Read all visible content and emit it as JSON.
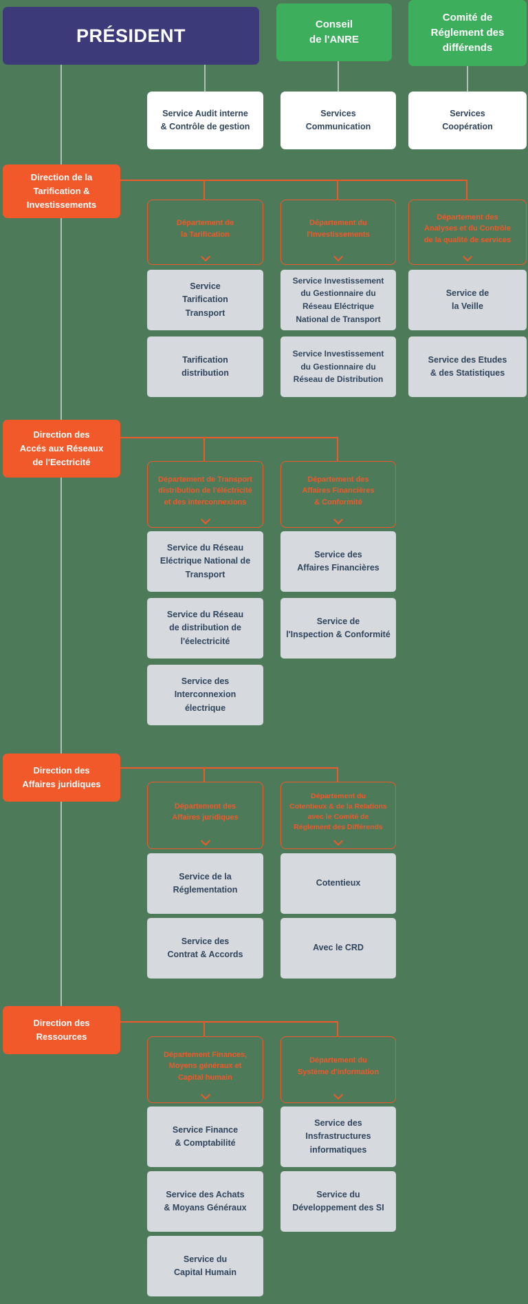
{
  "colors": {
    "background": "#4d7a59",
    "president_bg": "#3c3a78",
    "green_box_bg": "#3cae5c",
    "orange_accent": "#f1592a",
    "service_box_bg": "#d6dade",
    "dark_text": "#30445c"
  },
  "top": {
    "president": "PRÉSIDENT",
    "conseil": "Conseil\nde l'ANRE",
    "comite": "Comité de\nRéglement des\ndifférends"
  },
  "services_top": {
    "audit": "Service Audit interne\n& Contrôle de gestion",
    "communication": "Services\nCommunication",
    "cooperation": "Services\nCoopération"
  },
  "sections": [
    {
      "direction": "Direction de la\nTarification &\nInvestissements",
      "departments": [
        "Département de\nla Tarification",
        "Département du\nl'Investissements",
        "Département des\nAnalyses et du Contrôle\nde la qualité de services"
      ],
      "services": [
        [
          "Service\nTarification\nTransport",
          "Tarification\ndistribution"
        ],
        [
          "Service Investissement\ndu Gestionnaire du\nRéseau Eléctrique\nNational de Transport",
          "Service Investissement\ndu Gestionnaire du\nRéseau de Distribution"
        ],
        [
          "Service de\nla Veille",
          "Service des Etudes\n& des Statistiques"
        ]
      ]
    },
    {
      "direction": "Direction des\nAccés aux Réseaux\nde l'Eectricité",
      "departments": [
        "Département de Transport\ndistribution de l'éléctricité\net des interconnexions",
        "Département des\nAffaires Financières\n& Conformité"
      ],
      "services": [
        [
          "Service du Réseau\nEléctrique National de\nTransport",
          "Service du Réseau\nde distribution de\nl'éelectricité",
          "Service des\nInterconnexion\nélectrique"
        ],
        [
          "Service des\nAffaires Financières",
          "Service de\nl'Inspection & Conformité"
        ]
      ]
    },
    {
      "direction": "Direction des\nAffaires juridiques",
      "departments": [
        "Département des\nAffaires juridiques",
        "Département du\nCotentieux & de la Relations\navec le Comité de\nRéglement des Différends"
      ],
      "services": [
        [
          "Service de la\nRéglementation",
          "Service des\nContrat & Accords"
        ],
        [
          "Cotentieux",
          "Avec le CRD"
        ]
      ]
    },
    {
      "direction": "Direction des\nRessources",
      "departments": [
        "Département Finances,\nMoyens généraux et\nCapital humain",
        "Département du\nSystème d'information"
      ],
      "services": [
        [
          "Service Finance\n& Comptabilité",
          "Service des Achats\n& Moyans Généraux",
          "Service du\nCapital Humain"
        ],
        [
          "Service des\nInsfrastructures\ninformatiques",
          "Service du\nDéveloppement des SI"
        ]
      ]
    }
  ]
}
